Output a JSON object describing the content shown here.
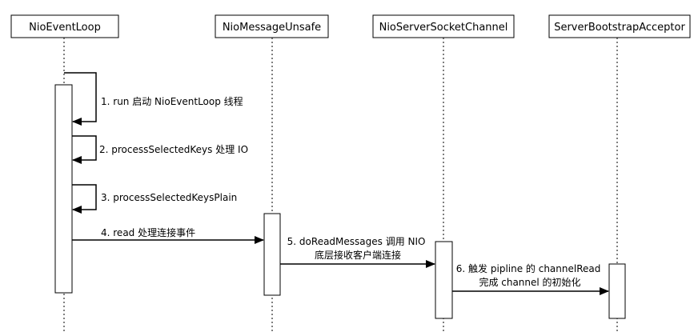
{
  "participants": [
    {
      "id": "p1",
      "name": "NioEventLoop"
    },
    {
      "id": "p2",
      "name": "NioMessageUnsafe"
    },
    {
      "id": "p3",
      "name": "NioServerSocketChannel"
    },
    {
      "id": "p4",
      "name": "ServerBootstrapAcceptor"
    }
  ],
  "messages": [
    {
      "id": "m1",
      "lines": [
        "1. run 启动 NioEventLoop 线程"
      ]
    },
    {
      "id": "m2",
      "lines": [
        "2. processSelectedKeys 处理 IO"
      ]
    },
    {
      "id": "m3",
      "lines": [
        "3. processSelectedKeysPlain"
      ]
    },
    {
      "id": "m4",
      "lines": [
        "4. read 处理连接事件"
      ]
    },
    {
      "id": "m5",
      "lines": [
        "5. doReadMessages 调用 NIO",
        "底层接收客户端连接"
      ]
    },
    {
      "id": "m6",
      "lines": [
        "6. 触发 pipline 的 channelRead",
        "完成 channel 的初始化"
      ]
    }
  ],
  "colors": {
    "stroke": "#000000",
    "fill": "#ffffff"
  }
}
